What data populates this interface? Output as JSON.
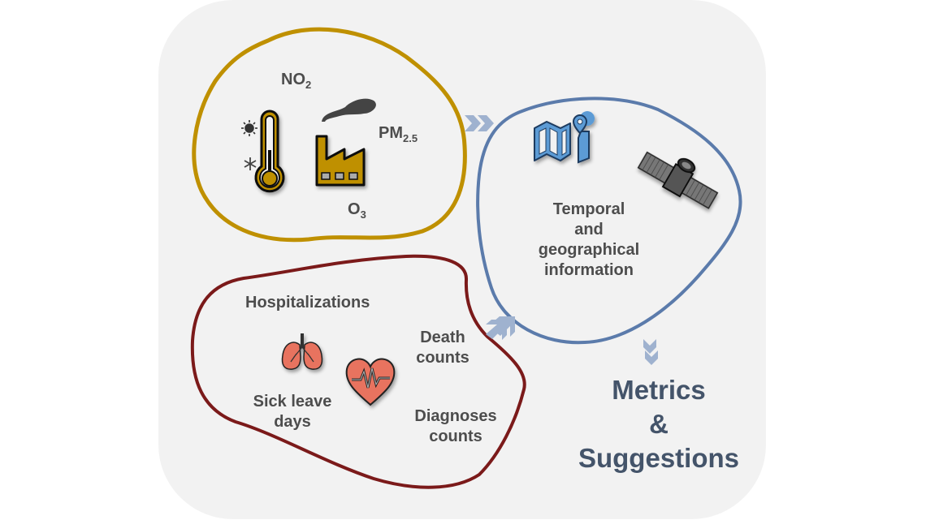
{
  "colors": {
    "background_panel": "#f2f2f2",
    "environment_outline": "#bf9000",
    "context_outline": "#5b7bab",
    "health_outline": "#7b1a1a",
    "arrow": "#9fb2cf",
    "label_text": "#4d4d4d",
    "output_text": "#44546a",
    "organ_fill": "#e8735e",
    "map_fill": "#5b9bd5"
  },
  "environment": {
    "no2_base": "NO",
    "no2_sub": "2",
    "pm_base": "PM",
    "pm_sub": "2.5",
    "o3_base": "O",
    "o3_sub": "3",
    "icons": [
      "sun-icon",
      "snowflake-icon",
      "thermometer-icon",
      "factory-icon",
      "smoke-icon"
    ]
  },
  "context": {
    "line1": "Temporal",
    "line2": "and",
    "line3": "geographical",
    "line4": "information",
    "icons": [
      "map-pin-icon",
      "satellite-icon"
    ]
  },
  "health": {
    "hospitalizations": "Hospitalizations",
    "death_line1": "Death",
    "death_line2": "counts",
    "sick_line1": "Sick leave",
    "sick_line2": "days",
    "diag_line1": "Diagnoses",
    "diag_line2": "counts",
    "icons": [
      "lungs-icon",
      "heart-pulse-icon"
    ]
  },
  "output": {
    "line1": "Metrics",
    "line2": "&",
    "line3": "Suggestions"
  }
}
